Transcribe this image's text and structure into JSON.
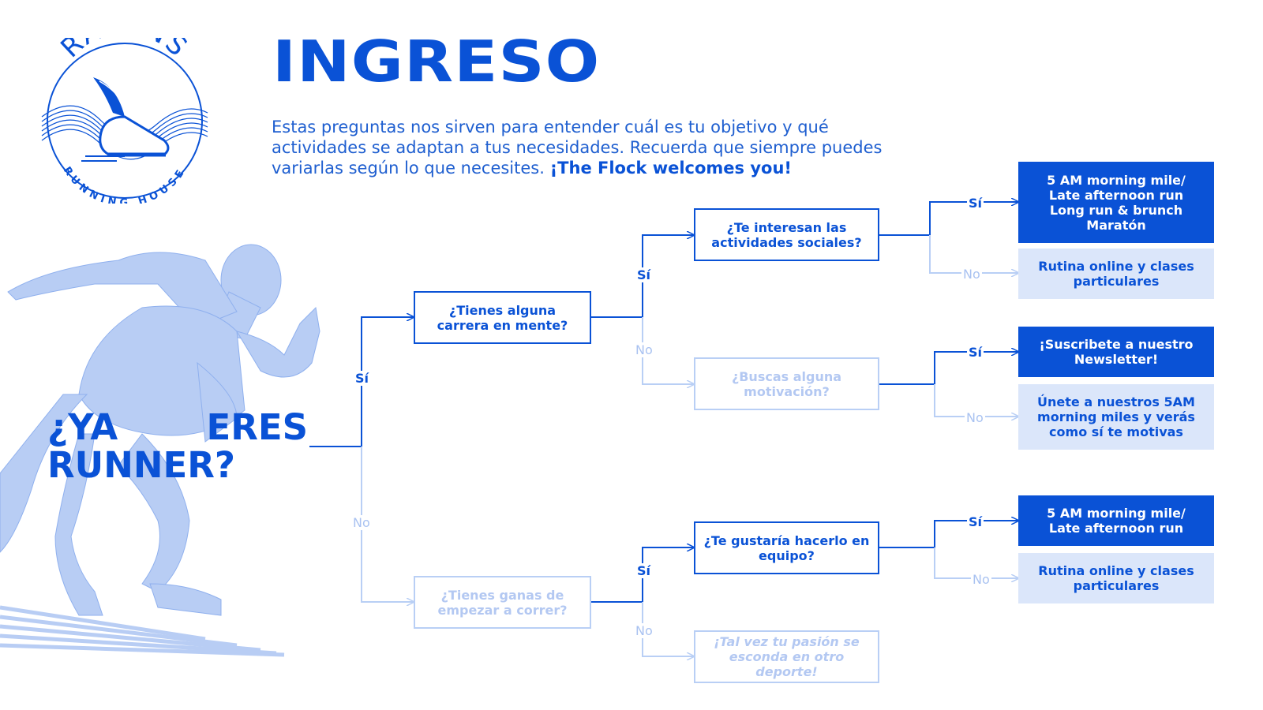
{
  "header": {
    "title": "INGRESO",
    "intro_text": "Estas preguntas nos sirven para entender cuál es tu objetivo y qué actividades se adaptan a tus necesidades. Recuerda que siempre puedes variarlas según lo que necesites. ",
    "intro_emphasis": "¡The Flock welcomes you!"
  },
  "logo": {
    "top_text": "RAVENS",
    "bottom_text": "RUNNING HOUSE"
  },
  "start_question": {
    "line1_a": "¿YA",
    "line1_b": "ERES",
    "line2": "RUNNER?"
  },
  "labels": {
    "yes": "Sí",
    "no": "No"
  },
  "questions": {
    "q_carrera": "¿Tienes alguna carrera en mente?",
    "q_ganas": "¿Tienes ganas de empezar a correr?",
    "q_sociales": "¿Te interesan las actividades sociales?",
    "q_motivacion": "¿Buscas alguna motivación?",
    "q_equipo": "¿Te gustaría hacerlo en equipo?",
    "q_otro_deporte": "¡Tal vez tu pasión se esconda en otro deporte!"
  },
  "results": {
    "r1_lines": [
      "5 AM morning mile/",
      "Late afternoon run",
      "Long run & brunch",
      "Maratón"
    ],
    "r2": "Rutina online y clases particulares",
    "r3": "¡Suscribete a nuestro Newsletter!",
    "r4": "Únete a nuestros 5AM morning miles y verás como sí te motivas",
    "r5_lines": [
      "5 AM morning mile/",
      "Late afternoon run"
    ],
    "r6": "Rutina online y clases particulares"
  },
  "colors": {
    "primary": "#0a52d6",
    "light_line": "#b9cff5",
    "light_fill": "#dbe6fa",
    "runner_fill": "#b8cdf4"
  }
}
